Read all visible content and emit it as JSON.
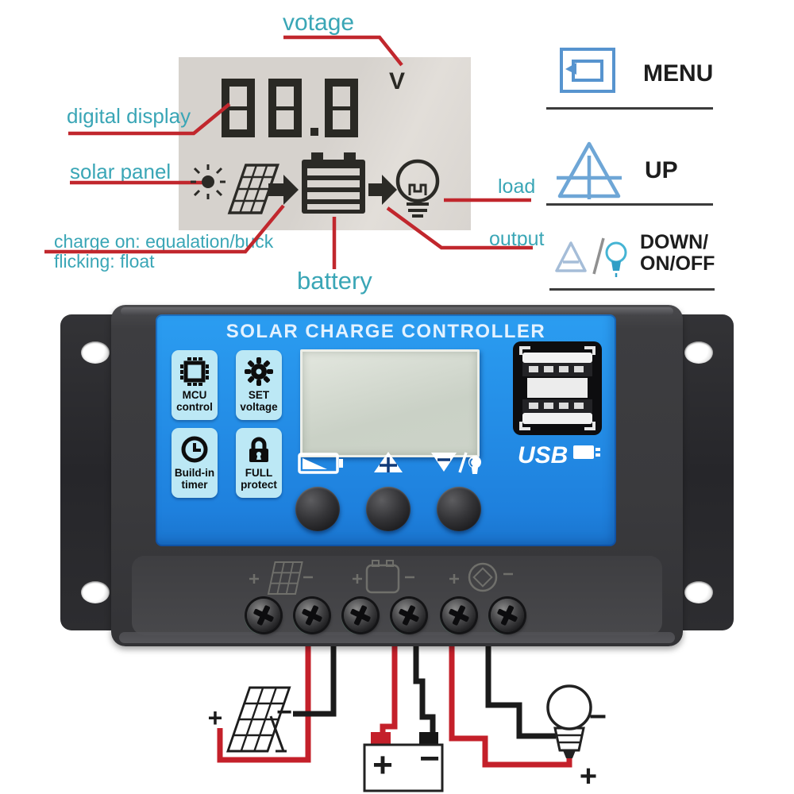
{
  "lcd_diagram": {
    "display_value": "88.8",
    "unit": "V",
    "labels": {
      "voltage": "votage",
      "digital_display": "digital display",
      "solar_panel": "solar panel",
      "charge_line1": "charge on: equalation/buck",
      "charge_line2": "flicking: float",
      "battery": "battery",
      "load": "load",
      "output": "output"
    },
    "icons": [
      "sun-icon",
      "solar-panel-icon",
      "arrow-right-icon",
      "battery-icon",
      "arrow-right-icon",
      "bulb-icon"
    ],
    "colors": {
      "label_cyan": "#3aa6b6",
      "annotation_red": "#c1272d",
      "lcd_bg": "#d7d3ce",
      "glyph_dark": "#2b2a26"
    }
  },
  "legend": {
    "rows": [
      {
        "icon": "menu-loop-icon",
        "label1": "MENU",
        "label2": ""
      },
      {
        "icon": "up-triangle-plus-icon",
        "label1": "UP",
        "label2": ""
      },
      {
        "icon": "down-triangle-minus-bulb-icon",
        "label1": "DOWN/",
        "label2": "ON/OFF"
      }
    ]
  },
  "controller": {
    "title": "SOLAR CHARGE CONTROLLER",
    "features": [
      {
        "icon": "mcu-chip-icon",
        "line1": "MCU",
        "line2": "control"
      },
      {
        "icon": "set-gear-icon",
        "line1": "SET",
        "line2": "voltage"
      },
      {
        "icon": "clock-icon",
        "line1": "Build-in",
        "line2": "timer"
      },
      {
        "icon": "padlock-icon",
        "line1": "FULL",
        "line2": "protect"
      }
    ],
    "button_icons": [
      "battery-charge-icon",
      "up-triangle-plus-icon",
      "down-triangle-minus-bulb-icon"
    ],
    "usb_label": "USB",
    "terminal_icons": [
      "solar-panel-terminal-icon",
      "battery-terminal-icon",
      "load-terminal-icon"
    ],
    "colors": {
      "panel_blue": "#2190e9",
      "badge_bg": "#bce8f5",
      "housing_dark": "#3a3a3d"
    }
  },
  "wiring": {
    "signs": {
      "solar_plus": "+",
      "solar_minus": "−",
      "battery_plus": "+",
      "battery_minus": "−",
      "bulb_minus": "−",
      "bulb_plus": "+"
    },
    "wire_colors": {
      "positive": "#c4202a",
      "negative": "#1b1b1b"
    }
  }
}
